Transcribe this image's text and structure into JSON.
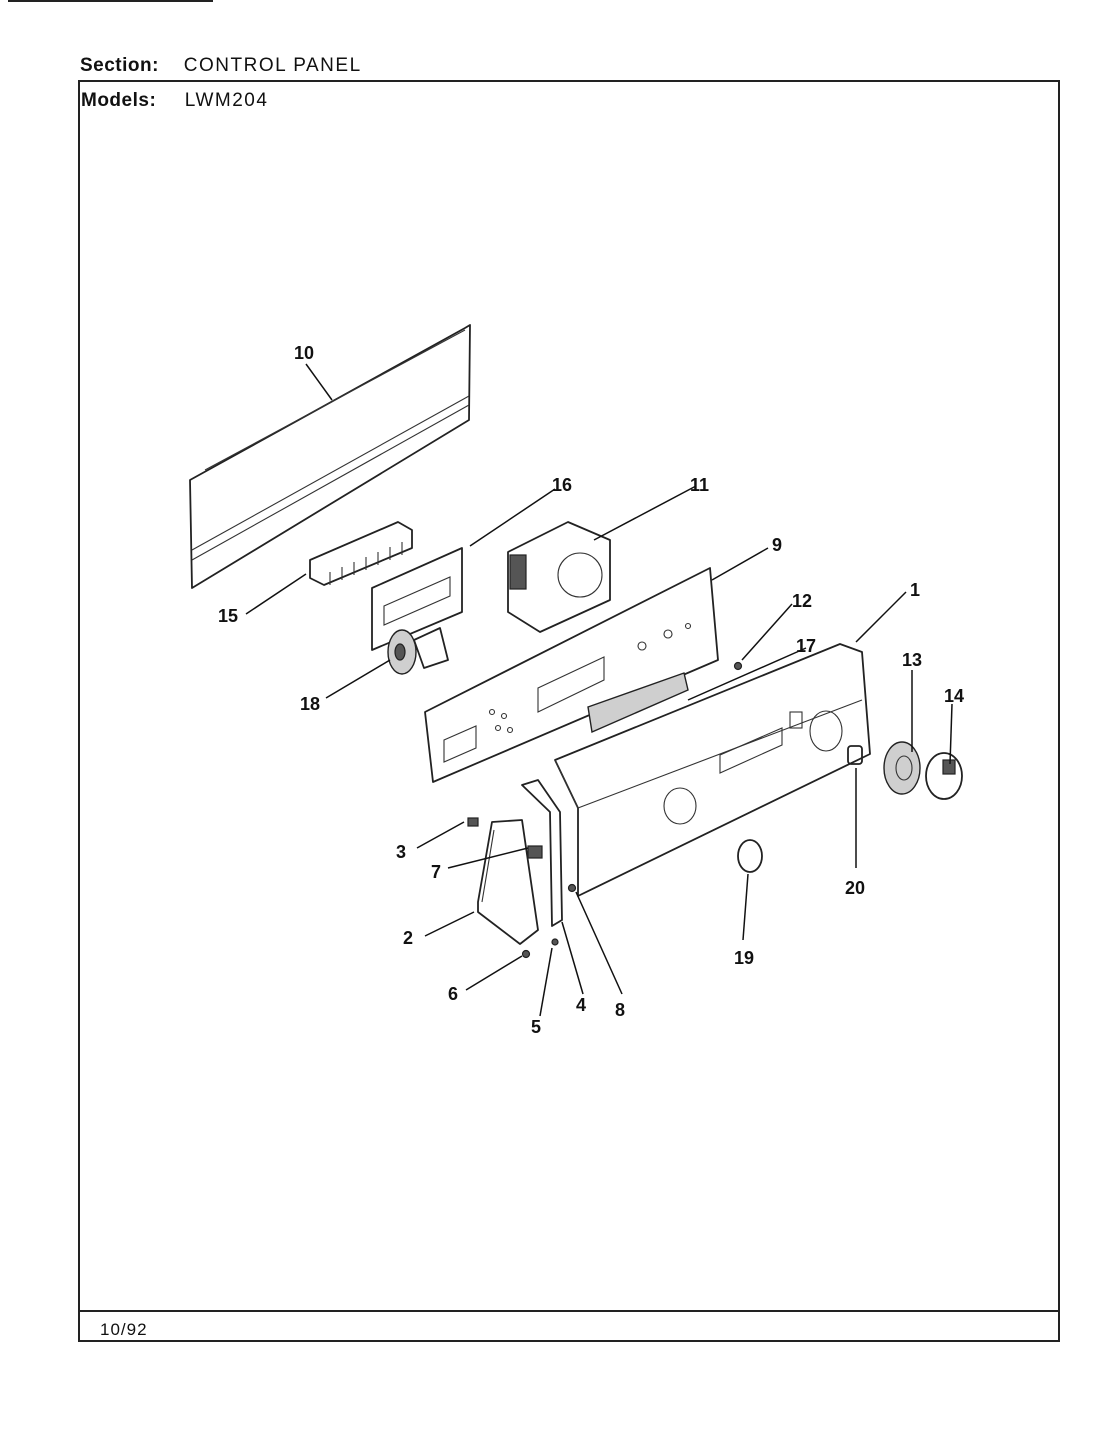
{
  "header": {
    "section_label": "Section:",
    "section_value": "CONTROL PANEL",
    "models_label": "Models:",
    "models_value": "LWM204"
  },
  "footer": {
    "date": "10/92"
  },
  "callouts": {
    "c1": "1",
    "c2": "2",
    "c3": "3",
    "c4": "4",
    "c5": "5",
    "c6": "6",
    "c7": "7",
    "c8": "8",
    "c9": "9",
    "c10": "10",
    "c11": "11",
    "c12": "12",
    "c13": "13",
    "c14": "14",
    "c15": "15",
    "c16": "16",
    "c17": "17",
    "c18": "18",
    "c19": "19",
    "c20": "20"
  }
}
